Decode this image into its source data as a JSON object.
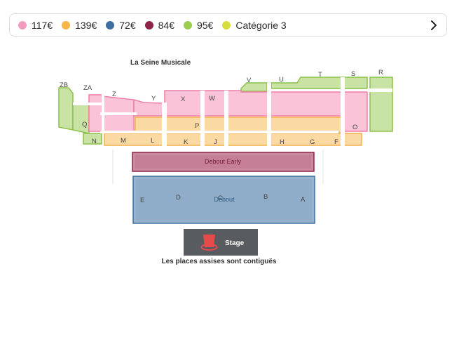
{
  "legend": {
    "items": [
      {
        "label": "117€",
        "color": "#f39bbd"
      },
      {
        "label": "139€",
        "color": "#f7b548"
      },
      {
        "label": "72€",
        "color": "#3f6fa0"
      },
      {
        "label": "84€",
        "color": "#8e2446"
      },
      {
        "label": "95€",
        "color": "#9ccc52"
      },
      {
        "label": "Catégorie 3",
        "color": "#d7dd3e"
      }
    ],
    "next_icon": "chevron-right-icon"
  },
  "venue": {
    "title": "La Seine Musicale"
  },
  "sections": {
    "ZB": "ZB",
    "ZA": "ZA",
    "Z": "Z",
    "Y": "Y",
    "X": "X",
    "W": "W",
    "V": "V",
    "U": "U",
    "T": "T",
    "S": "S",
    "R": "R",
    "Q": "Q",
    "P": "P",
    "O": "O",
    "N": "N",
    "M": "M",
    "L": "L",
    "K": "K",
    "J": "J",
    "H": "H",
    "G": "G",
    "F": "F",
    "E": "E",
    "D": "D",
    "C": "C",
    "B": "B",
    "A": "A",
    "debout_early": "Debout Early",
    "debout": "Debout"
  },
  "stage": {
    "label": "Stage",
    "icon": "stage-icon"
  },
  "footnote": "Les places assises sont contiguës"
}
